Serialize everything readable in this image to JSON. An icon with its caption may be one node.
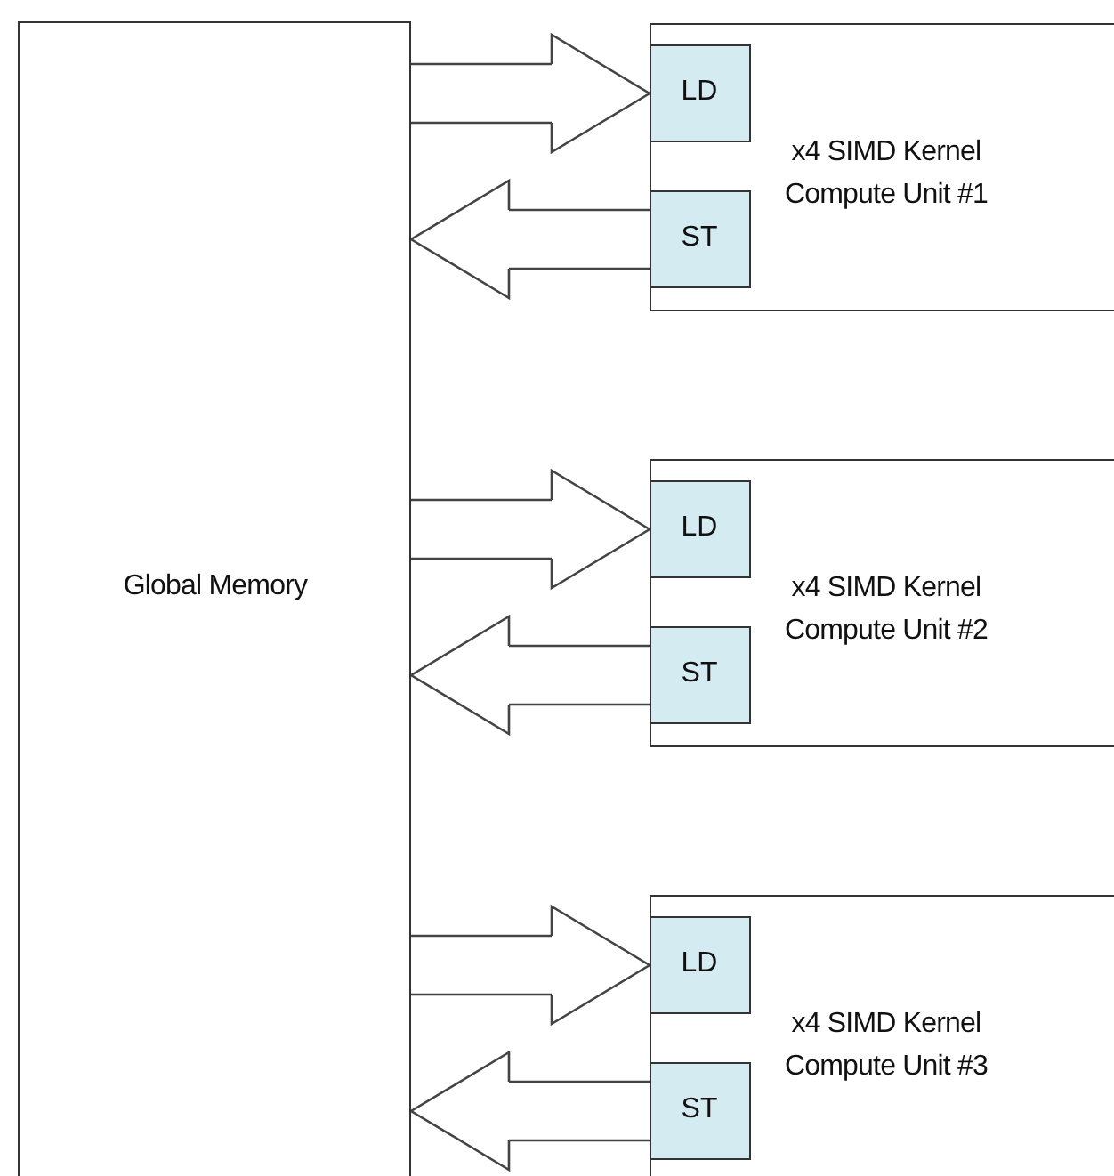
{
  "diagram": {
    "nodes": [
      {
        "text": [
          "Global Memory"
        ]
      },
      {
        "text": [
          "x4 SIMD Kernel Compute Unit #1"
        ]
      },
      {
        "text": [
          "LD"
        ],
        "in": 1
      },
      {
        "text": [
          "ST"
        ],
        "in": 1
      },
      {
        "text": [
          "x4 SIMD Kernel Compute Unit #2"
        ]
      },
      {
        "text": [
          "LD"
        ],
        "in": 4
      },
      {
        "text": [
          "ST"
        ],
        "in": 4
      },
      {
        "text": [
          "x4 SIMD Kernel Compute Unit #3"
        ]
      },
      {
        "text": [
          "LD"
        ],
        "in": 7
      },
      {
        "text": [
          "ST"
        ],
        "in": 7
      }
    ],
    "edges": [
      {
        "from": 0,
        "to": 2,
        "arrow": "to"
      },
      {
        "from": 3,
        "to": 0,
        "arrow": "to"
      },
      {
        "from": 0,
        "to": 5,
        "arrow": "to"
      },
      {
        "from": 6,
        "to": 0,
        "arrow": "to"
      },
      {
        "from": 0,
        "to": 8,
        "arrow": "to"
      },
      {
        "from": 9,
        "to": 0,
        "arrow": "to"
      }
    ]
  }
}
